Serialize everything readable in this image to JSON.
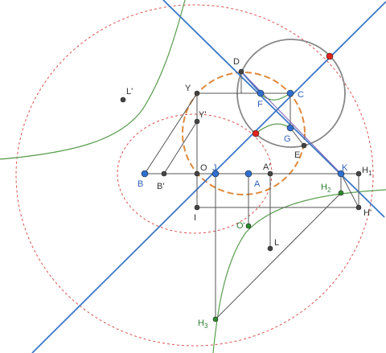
{
  "colors": {
    "background": "#ffffff",
    "blue_line": "#3c78c8",
    "gray_line": "#555555",
    "circle_gray": "#888888",
    "red_dashed": "#d9534f",
    "orange_dashed": "#e08a3c",
    "green_curve": "#5a9e50",
    "point_black": "#444444",
    "point_blue": "#2f6fd0",
    "point_red": "#e0241b",
    "point_green": "#2e8b2e",
    "label_dark": "#333333",
    "label_blue": "#2d5fb8",
    "label_green": "#2e7d32"
  },
  "points": [
    {
      "id": "D",
      "label": "D",
      "color": "black",
      "label_color": "dark"
    },
    {
      "id": "Y",
      "label": "Y",
      "color": "black",
      "label_color": "dark"
    },
    {
      "id": "Yp",
      "label": "Y'",
      "color": "black",
      "label_color": "dark"
    },
    {
      "id": "Lp",
      "label": "L'",
      "color": "black",
      "label_color": "dark"
    },
    {
      "id": "F",
      "label": "F",
      "color": "blue",
      "label_color": "blue"
    },
    {
      "id": "C",
      "label": "C",
      "color": "blue",
      "label_color": "blue"
    },
    {
      "id": "G",
      "label": "G",
      "color": "blue",
      "label_color": "blue"
    },
    {
      "id": "E",
      "label": "E",
      "color": "black",
      "label_color": "dark"
    },
    {
      "id": "B",
      "label": "B",
      "color": "blue",
      "label_color": "blue"
    },
    {
      "id": "Bp",
      "label": "B'",
      "color": "black",
      "label_color": "dark"
    },
    {
      "id": "O",
      "label": "O",
      "color": "black",
      "label_color": "dark"
    },
    {
      "id": "J",
      "label": "J",
      "color": "blue",
      "label_color": "blue"
    },
    {
      "id": "A",
      "label": "A",
      "color": "blue",
      "label_color": "blue"
    },
    {
      "id": "Ap",
      "label": "A'",
      "color": "black",
      "label_color": "dark"
    },
    {
      "id": "K",
      "label": "K",
      "color": "blue",
      "label_color": "blue"
    },
    {
      "id": "H1",
      "label": "H",
      "sub": "1",
      "color": "black",
      "label_color": "dark"
    },
    {
      "id": "H2",
      "label": "H",
      "sub": "2",
      "color": "green",
      "label_color": "green"
    },
    {
      "id": "Hp",
      "label": "H'",
      "color": "black",
      "label_color": "dark"
    },
    {
      "id": "I",
      "label": "I",
      "color": "black",
      "label_color": "dark"
    },
    {
      "id": "Op",
      "label": "O'",
      "color": "green",
      "label_color": "green"
    },
    {
      "id": "L",
      "label": "L",
      "color": "black",
      "label_color": "dark"
    },
    {
      "id": "H3",
      "label": "H",
      "sub": "3",
      "color": "green",
      "label_color": "green"
    },
    {
      "id": "R1",
      "label": "",
      "color": "red",
      "label_color": "dark"
    },
    {
      "id": "R2",
      "label": "",
      "color": "red",
      "label_color": "dark"
    }
  ]
}
